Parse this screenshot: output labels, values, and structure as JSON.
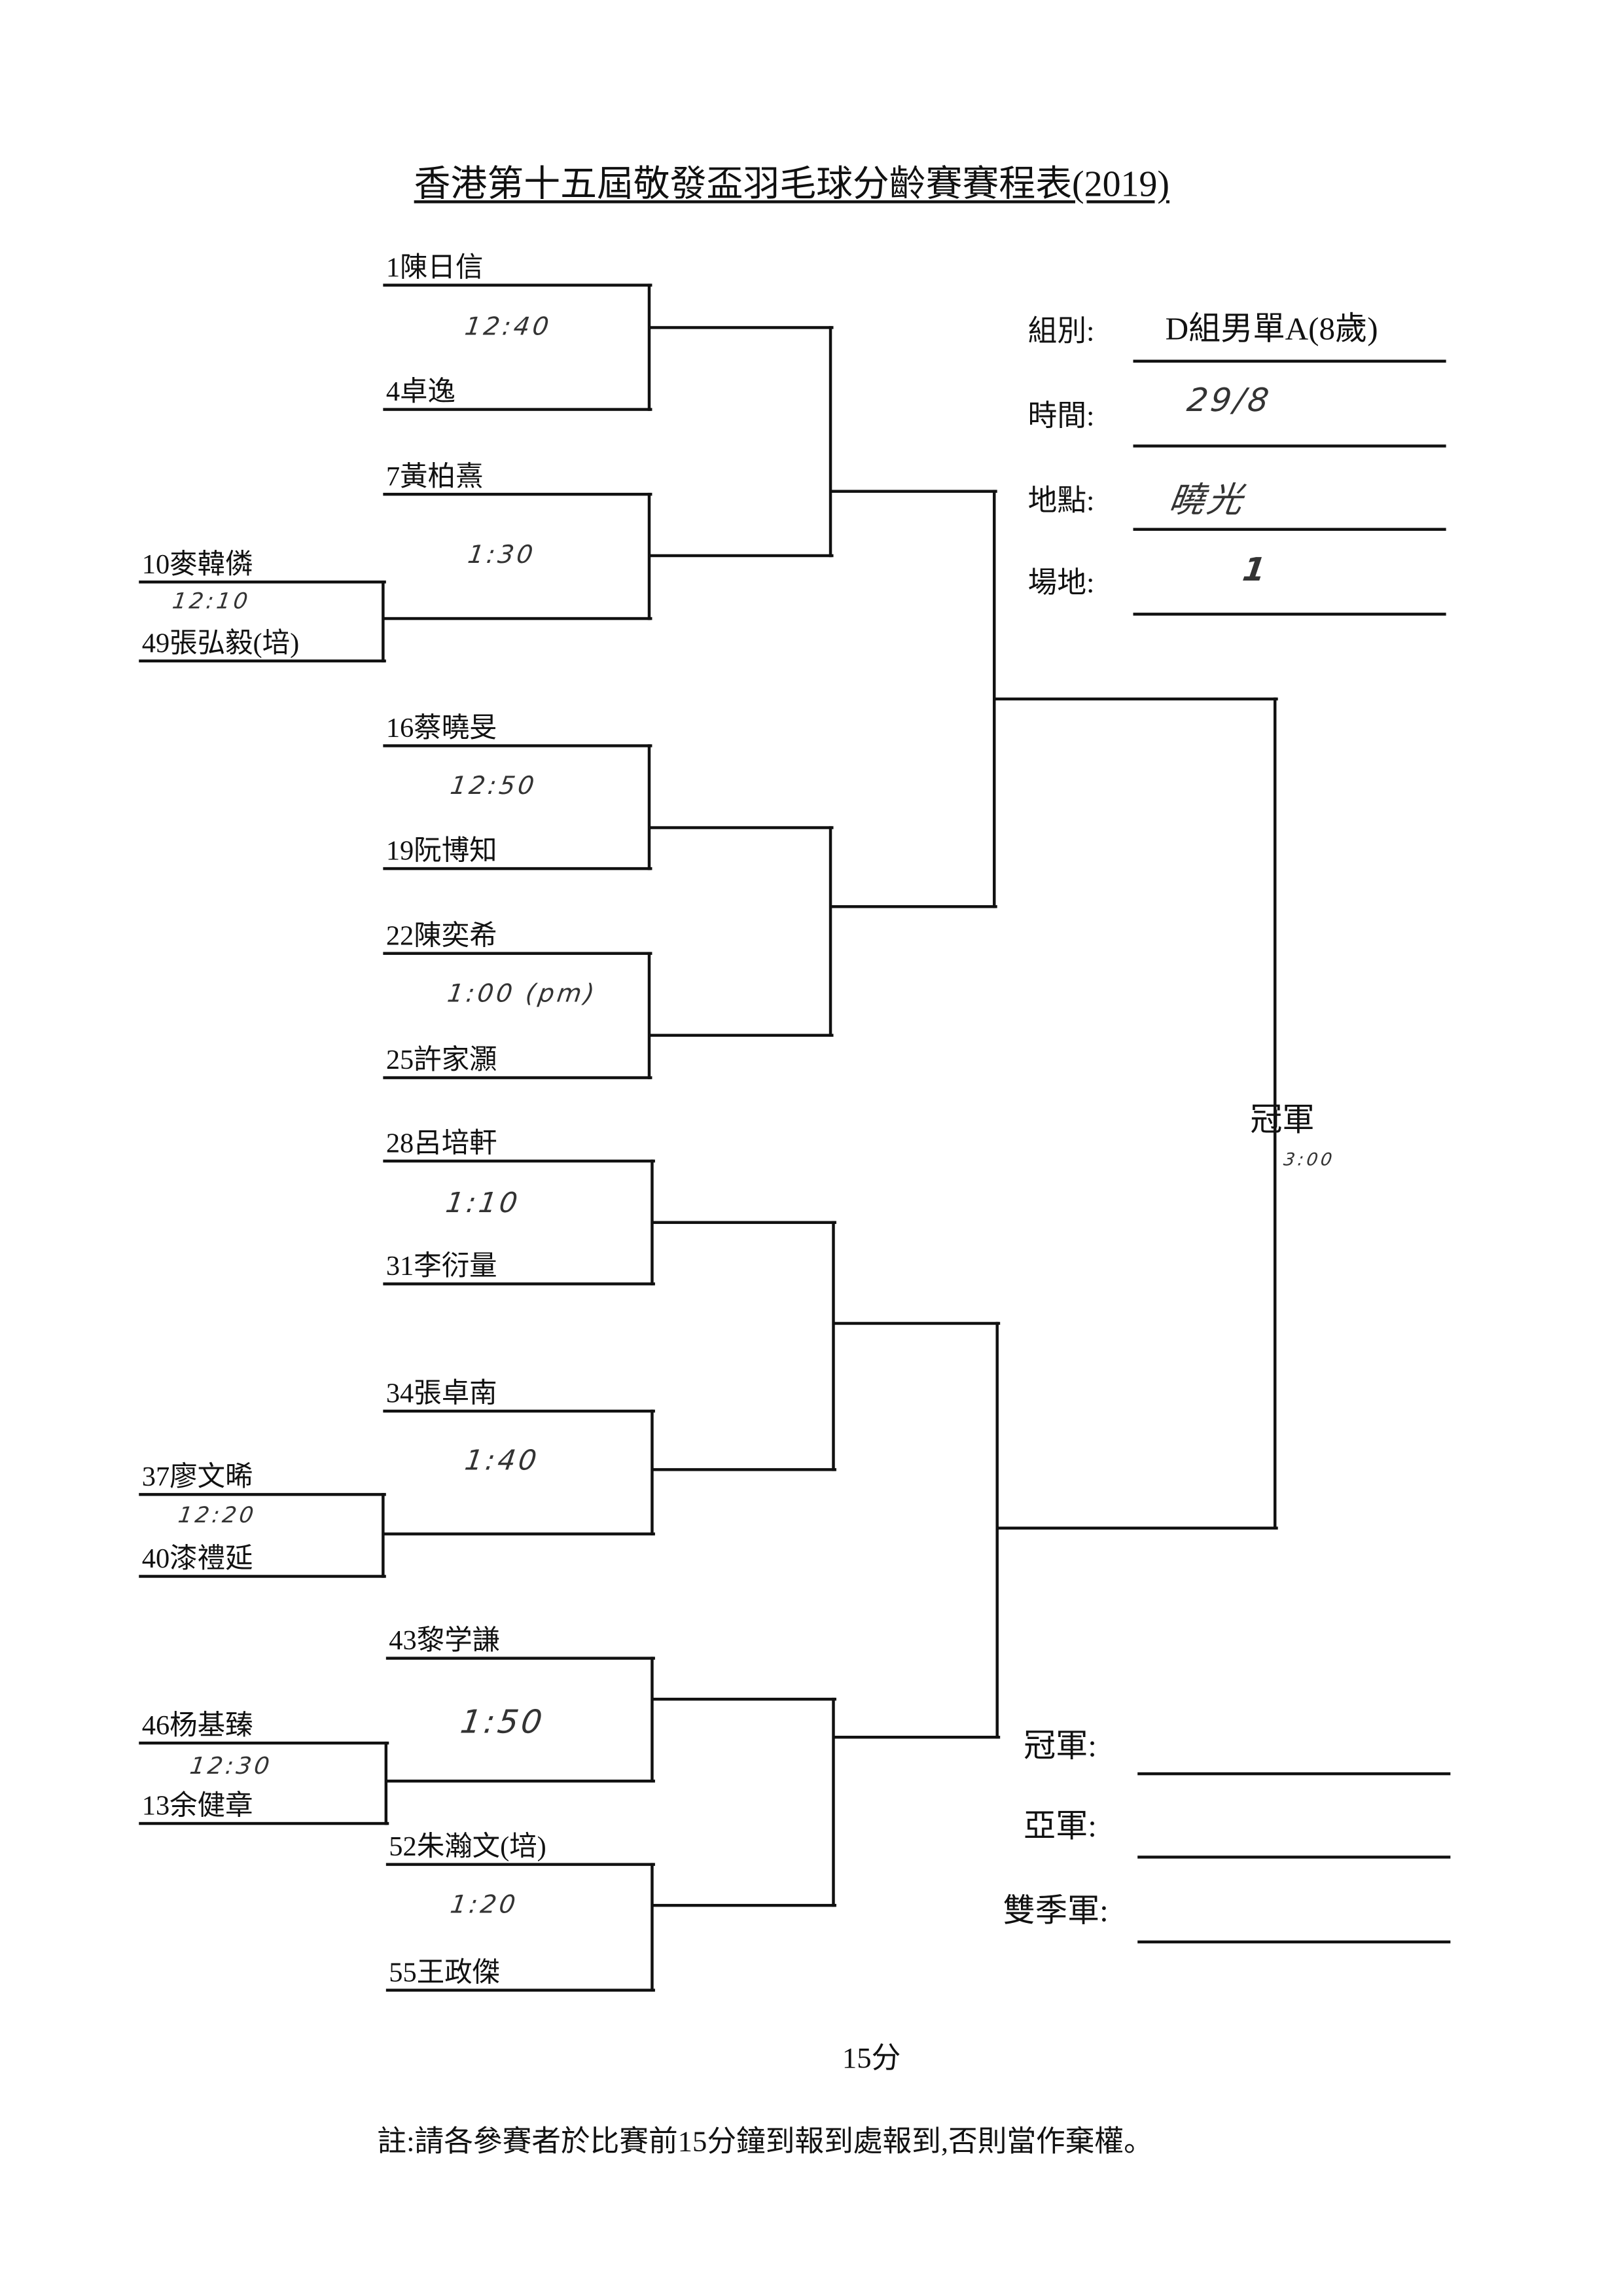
{
  "title": "香港第十五屆敬發盃羽毛球分齡賽賽程表(2019)",
  "info": {
    "group_label": "組別:",
    "group_value": "D組男單A(8歲)",
    "time_label": "時間:",
    "time_value": "29/8",
    "venue_label": "地點:",
    "venue_value": "曉光",
    "court_label": "場地:",
    "court_value": "1"
  },
  "players": {
    "p1": "1陳日信",
    "p4": "4卓逸",
    "p7": "7黃柏熹",
    "p10": "10麥韓僯",
    "p49": "49張弘毅(培)",
    "p16": "16蔡曉旻",
    "p19": "19阮博知",
    "p22": "22陳奕希",
    "p25": "25許家灝",
    "p28": "28呂培軒",
    "p31": "31李衍量",
    "p34": "34張卓南",
    "p37": "37廖文晞",
    "p40": "40漆禮延",
    "p43": "43黎学謙",
    "p46": "46杨基臻",
    "p13": "13余健章",
    "p52": "52朱瀚文(培)",
    "p55": "55王政傑"
  },
  "times": {
    "m1": "12:40",
    "m2": "1:30",
    "pre1": "12:10",
    "m3": "12:50",
    "m4": "1:00 (pm)",
    "m5": "1:10",
    "m6": "1:40",
    "pre2": "12:20",
    "m7": "1:50",
    "pre3": "12:30",
    "m8": "1:20",
    "final": "3:00"
  },
  "final_label": "冠軍",
  "results": {
    "champion": "冠軍:",
    "runner_up": "亞軍:",
    "third": "雙季軍:"
  },
  "duration": "15分",
  "note": "註:請各參賽者於比賽前15分鐘到報到處報到,否則當作棄權。"
}
